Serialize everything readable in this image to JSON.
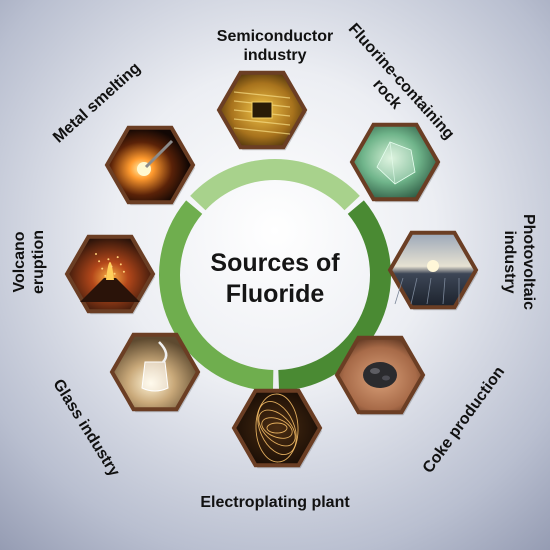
{
  "center": {
    "line1": "Sources of",
    "line2": "Fluoride"
  },
  "sources": [
    {
      "line1": "Semiconductor",
      "line2": "industry",
      "icon": "circuit-chip-icon"
    },
    {
      "line1": "Fluorine-containing",
      "line2": "rock",
      "icon": "mineral-rock-icon"
    },
    {
      "line1": "Photovoltaic",
      "line2": "industry",
      "icon": "solar-panel-icon"
    },
    {
      "line1": "Coke production",
      "line2": "",
      "icon": "coal-icon"
    },
    {
      "line1": "Electroplating plant",
      "line2": "",
      "icon": "sparks-icon"
    },
    {
      "line1": "Glass industry",
      "line2": "",
      "icon": "glass-icon"
    },
    {
      "line1": "Volcano",
      "line2": "eruption",
      "icon": "volcano-icon"
    },
    {
      "line1": "Metal smelting",
      "line2": "",
      "icon": "molten-metal-icon"
    }
  ],
  "colors": {
    "ring_light": "#a8d28c",
    "ring_mid": "#6fae4e",
    "ring_dark": "#4a8a33",
    "hex_border": "#6b3e24"
  }
}
